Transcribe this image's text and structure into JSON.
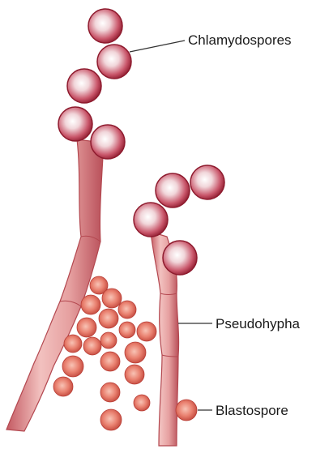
{
  "labels": {
    "chlamydospores": "Chlamydospores",
    "pseudohypha": "Pseudohypha",
    "blastospore": "Blastospore"
  },
  "colors": {
    "hypha_fill": "#e39a9a",
    "hypha_edge": "#b3474f",
    "chlamydospore_core": "#ffffff",
    "chlamydospore_mid": "#c9566a",
    "chlamydospore_edge": "#8e1b2e",
    "blastospore_core": "#f6b3a3",
    "blastospore_mid": "#e26e5f",
    "blastospore_edge": "#b93c34",
    "text": "#1a1a1a"
  }
}
